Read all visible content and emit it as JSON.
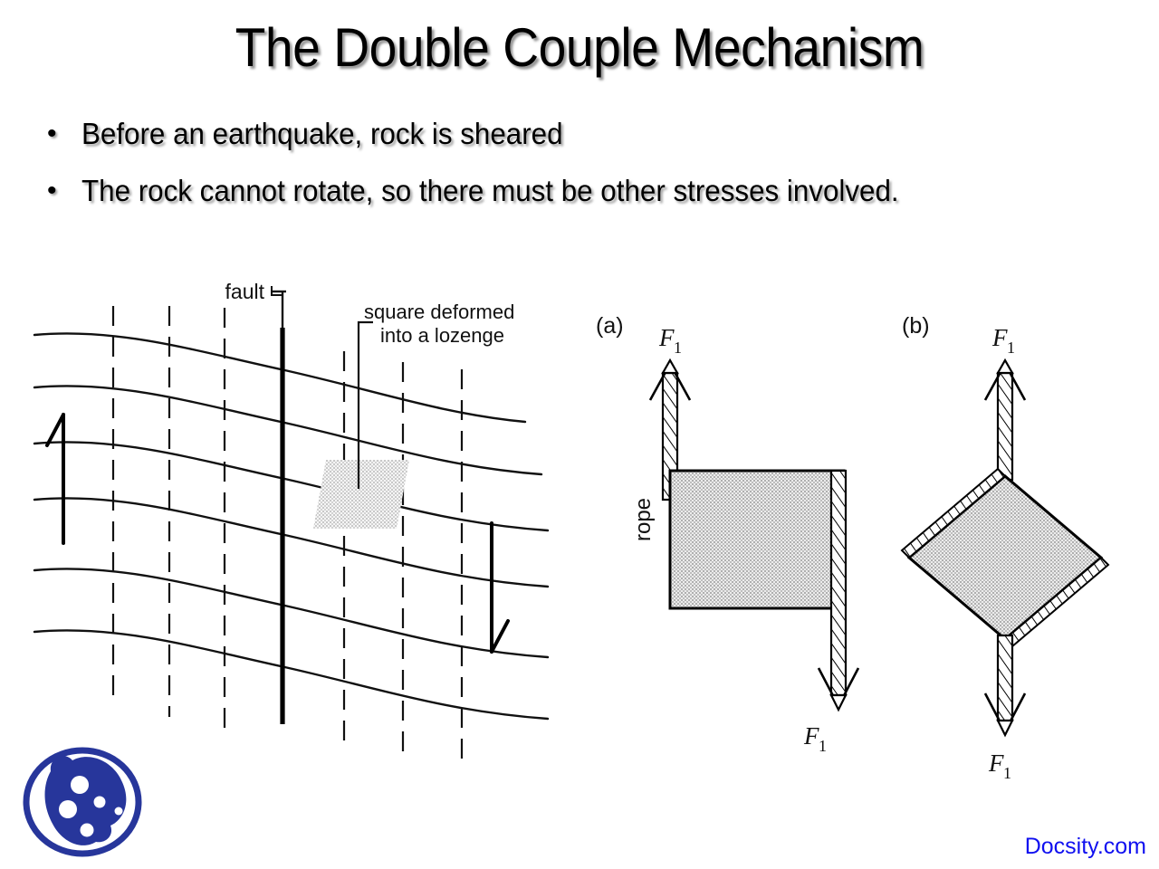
{
  "slide": {
    "title": "The Double Couple Mechanism",
    "background_color": "#ffffff",
    "title_color": "#000000"
  },
  "bullets": {
    "marker": "•",
    "items": [
      {
        "text": "Before an earthquake, rock is sheared"
      },
      {
        "text": "The rock cannot rotate, so there must be other stresses involved."
      }
    ]
  },
  "fault_figure": {
    "caption_fault": "fault",
    "caption_lozenge_line1": "square deformed",
    "caption_lozenge_line2": "into a lozenge",
    "arrow_up_name": "up-shear-arrow",
    "arrow_down_name": "down-shear-arrow",
    "line_color": "#000000",
    "shade_color": "#c8c8c8"
  },
  "force_figure": {
    "panel_a_label": "(a)",
    "panel_b_label": "(b)",
    "rope_label": "rope",
    "force_label": "F",
    "force_subscript": "1",
    "panel_a": {
      "force_top": "F",
      "force_top_sub": "1",
      "force_bottom": "F",
      "force_bottom_sub": "1"
    },
    "panel_b": {
      "force_top": "F",
      "force_top_sub": "1",
      "force_bottom": "F",
      "force_bottom_sub": "1"
    },
    "shade_color": "#c4c4c4",
    "line_color": "#000000"
  },
  "branding": {
    "wordmark": "Docsity.com",
    "wordmark_color": "#1010f0",
    "logo_color": "#27369b",
    "logo_name": "docsity-cookie-logo"
  }
}
